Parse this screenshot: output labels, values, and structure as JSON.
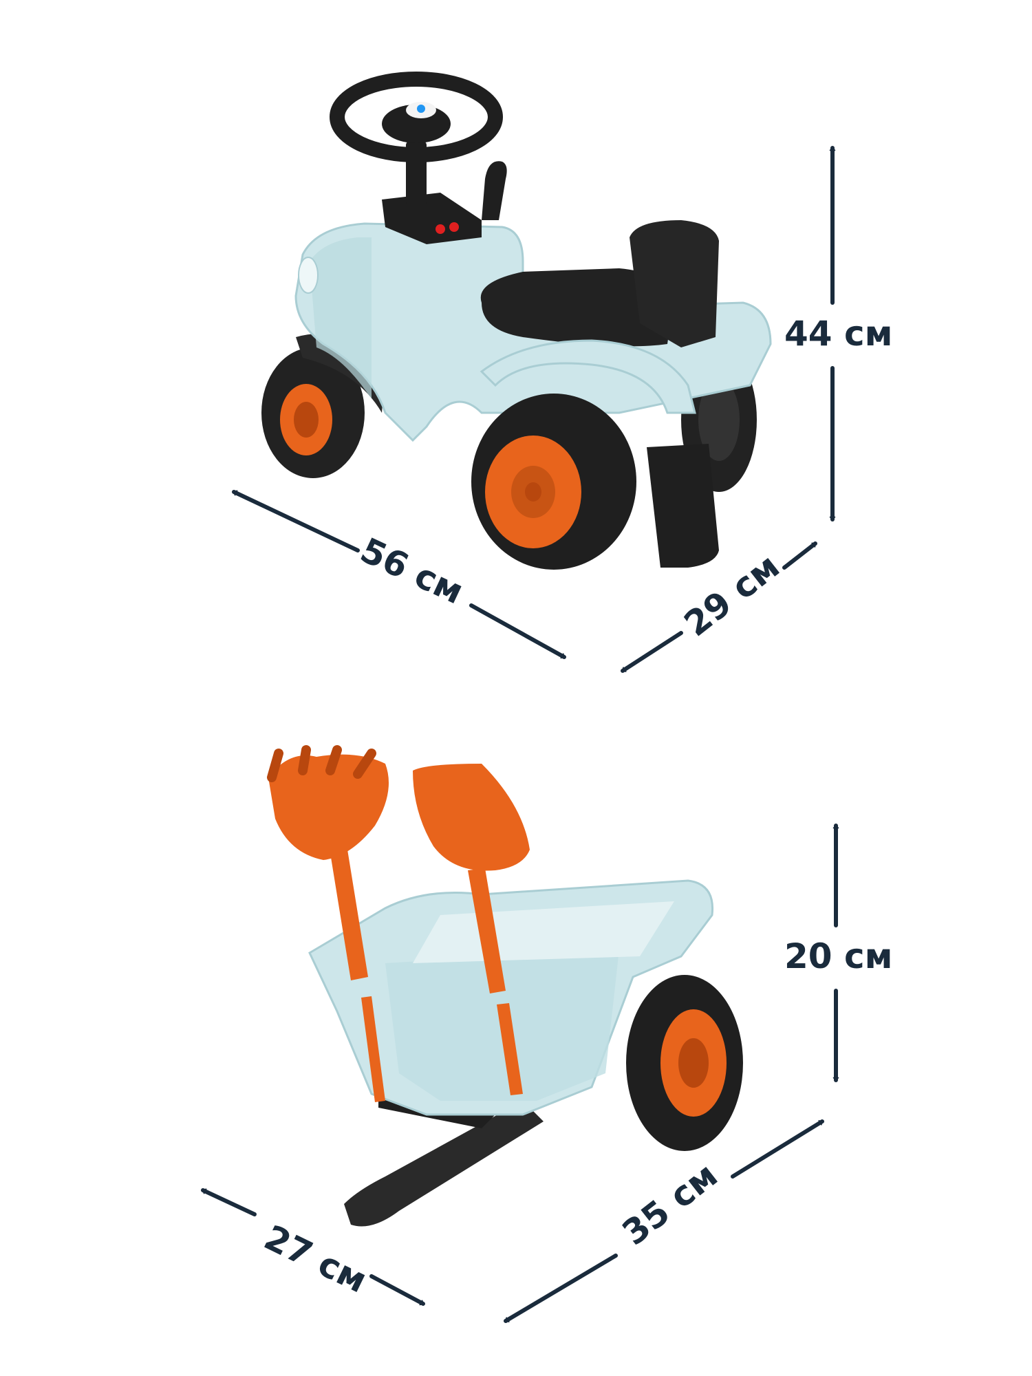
{
  "colors": {
    "ink": "#1a2b3c",
    "body_blue": "#cde6ea",
    "body_blue_shade": "#a9cdd3",
    "black": "#1f1f1f",
    "orange": "#e8641c",
    "orange_dark": "#b8470e"
  },
  "tractor": {
    "height_label": "44 см",
    "length_label": "56 см",
    "width_label": "29 см"
  },
  "trailer": {
    "height_label": "20 см",
    "width_label": "27 см",
    "length_label": "35 см"
  }
}
